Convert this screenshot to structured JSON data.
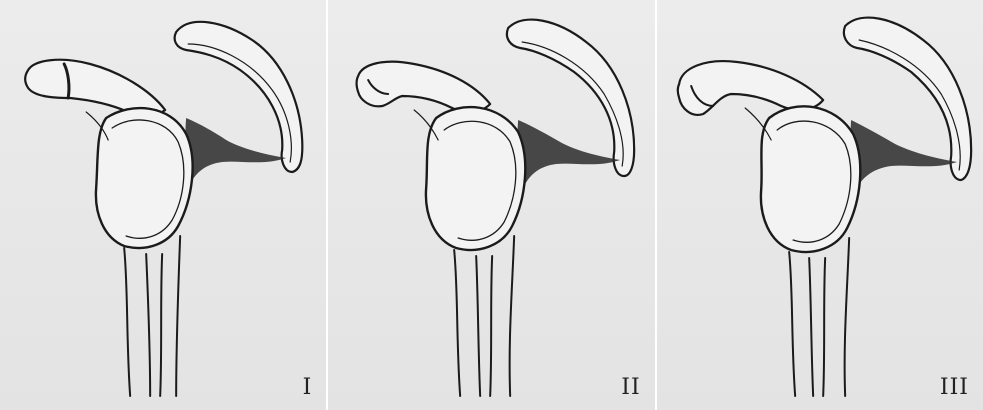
{
  "figure": {
    "panels": [
      {
        "label": "I"
      },
      {
        "label": "II"
      },
      {
        "label": "III"
      }
    ]
  }
}
